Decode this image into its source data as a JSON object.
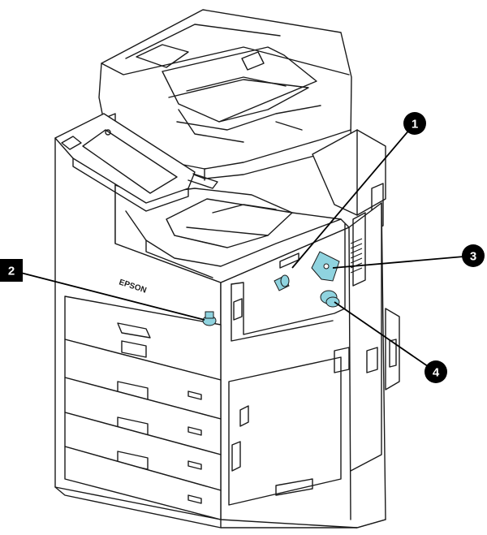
{
  "brand_logo": "EPSON",
  "colors": {
    "part_highlight": "#8fd3df",
    "callout_fill": "#000000",
    "line": "#1a1a1a"
  },
  "callouts": [
    {
      "label": "1",
      "shape": "circle",
      "part": "roller-1"
    },
    {
      "label": "2",
      "shape": "square",
      "part": "roller-2"
    },
    {
      "label": "3",
      "shape": "circle",
      "part": "roller-3"
    },
    {
      "label": "4",
      "shape": "circle",
      "part": "roller-4"
    }
  ]
}
